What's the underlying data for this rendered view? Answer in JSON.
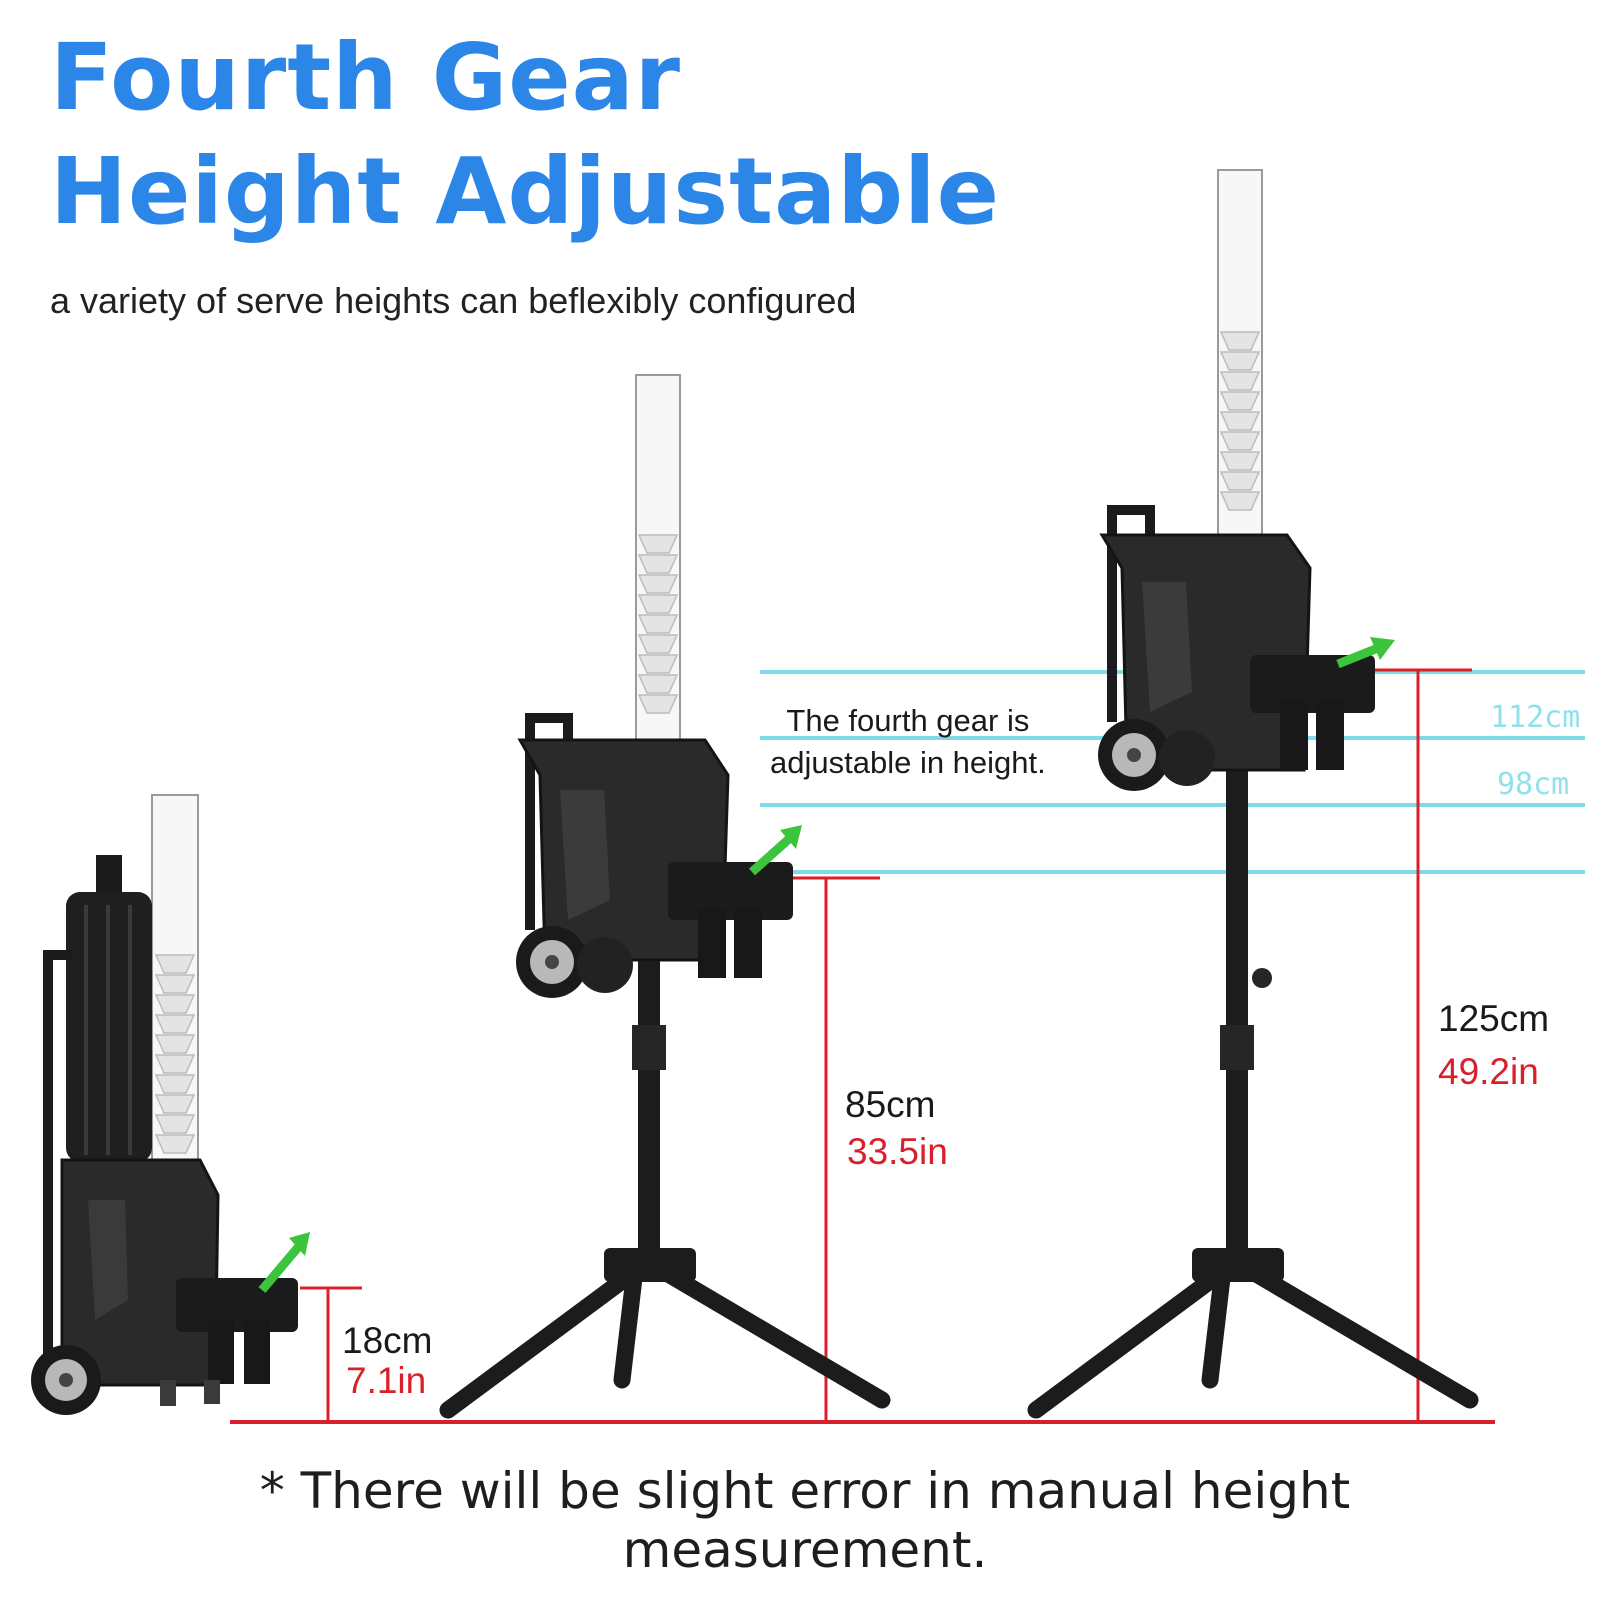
{
  "header": {
    "title_line1": "Fourth Gear",
    "title_line2": "Height Adjustable",
    "subtitle": "a variety of serve heights can beflexibly configured"
  },
  "gear_note": {
    "line1": "The fourth gear is",
    "line2": "adjustable in height."
  },
  "gear_scale": {
    "upper_label": "112cm",
    "lower_label": "98cm"
  },
  "configurations": [
    {
      "height_cm": "18cm",
      "height_in": "7.1in"
    },
    {
      "height_cm": "85cm",
      "height_in": "33.5in"
    },
    {
      "height_cm": "125cm",
      "height_in": "49.2in"
    }
  ],
  "footnote": {
    "line1": "* There will be slight error in manual height",
    "line2": "measurement."
  },
  "colors": {
    "title": "#2b86e8",
    "measure_line": "#d8202a",
    "gear_line": "#7fdbe8",
    "machine_body": "#2a2a2a",
    "arrow": "#3cc43c"
  },
  "icons": [
    "wheel-icon",
    "up-arrow-icon",
    "ball-tube-icon"
  ]
}
